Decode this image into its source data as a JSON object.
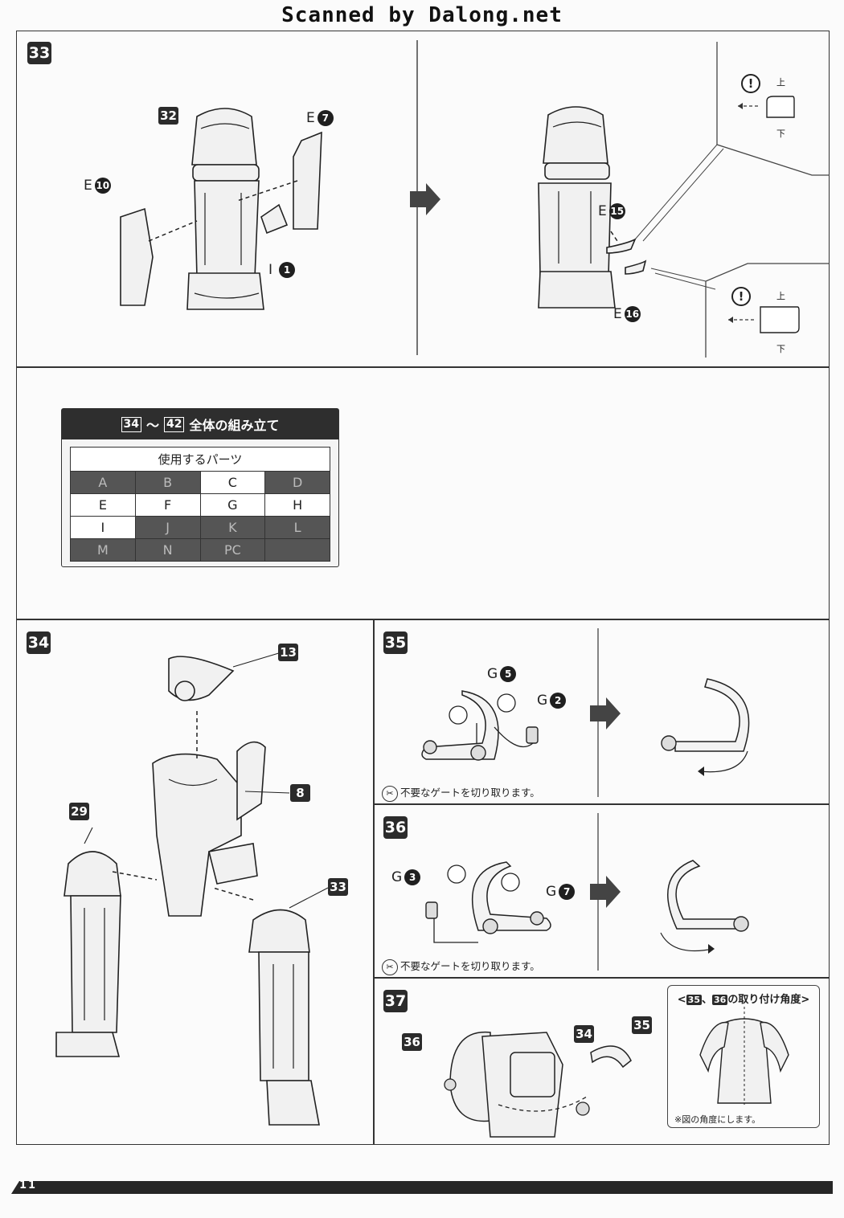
{
  "watermark": "Scanned by Dalong.net",
  "page_number": "11",
  "step33": {
    "number": "33",
    "part_32": "32",
    "e7": {
      "letter": "E",
      "num": "7"
    },
    "e10": {
      "letter": "E",
      "num": "10"
    },
    "i1": {
      "letter": "I",
      "num": "1"
    },
    "e15": {
      "letter": "E",
      "num": "15"
    },
    "e16": {
      "letter": "E",
      "num": "16"
    },
    "orient_up": "上",
    "orient_down": "下",
    "warn_mark": "!"
  },
  "parts_panel": {
    "range_start": "34",
    "range_sep": "〜",
    "range_end": "42",
    "title": "全体の組み立て",
    "header": "使用するパーツ",
    "rows": [
      [
        {
          "t": "A",
          "dark": true
        },
        {
          "t": "B",
          "dark": true
        },
        {
          "t": "C",
          "dark": false
        },
        {
          "t": "D",
          "dark": true
        }
      ],
      [
        {
          "t": "E",
          "dark": false
        },
        {
          "t": "F",
          "dark": false
        },
        {
          "t": "G",
          "dark": false
        },
        {
          "t": "H",
          "dark": false
        }
      ],
      [
        {
          "t": "I",
          "dark": false
        },
        {
          "t": "J",
          "dark": true
        },
        {
          "t": "K",
          "dark": true
        },
        {
          "t": "L",
          "dark": true
        }
      ],
      [
        {
          "t": "M",
          "dark": true
        },
        {
          "t": "N",
          "dark": true
        },
        {
          "t": "PC",
          "dark": true
        },
        {
          "t": "",
          "dark": true
        }
      ]
    ]
  },
  "step34": {
    "number": "34",
    "p13": "13",
    "p8": "8",
    "p29": "29",
    "p33": "33"
  },
  "step35": {
    "number": "35",
    "g5": {
      "letter": "G",
      "num": "5"
    },
    "g2": {
      "letter": "G",
      "num": "2"
    },
    "note": "不要なゲートを切り取ります。"
  },
  "step36": {
    "number": "36",
    "g3": {
      "letter": "G",
      "num": "3"
    },
    "g7": {
      "letter": "G",
      "num": "7"
    },
    "note": "不要なゲートを切り取ります。"
  },
  "step37": {
    "number": "37",
    "p36": "36",
    "p34": "34",
    "p35": "35",
    "inset": {
      "open": "<",
      "a": "35",
      "sep": "、",
      "b": "36",
      "title": "の取り付け角度",
      "close": ">",
      "note": "※図の角度にします。"
    }
  }
}
